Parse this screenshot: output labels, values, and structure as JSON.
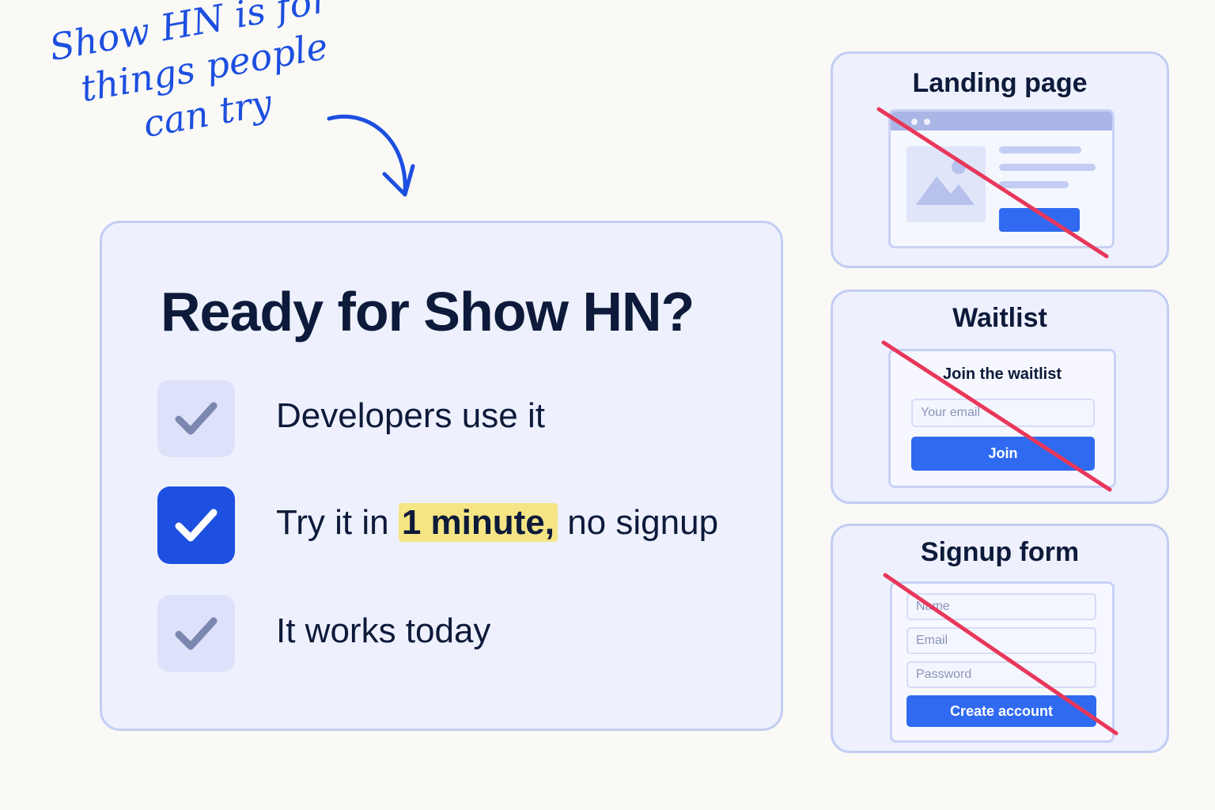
{
  "annotation": {
    "lines": [
      "Show HN is for",
      "things people",
      "can try"
    ],
    "color": "#1d4fe0"
  },
  "main_card": {
    "title": "Ready for Show HN?",
    "items": [
      {
        "text": "Developers use it",
        "checked": false
      },
      {
        "text_before": "Try it in ",
        "highlight": "1 minute,",
        "text_after": " no signup",
        "checked": true
      },
      {
        "text": "It works today",
        "checked": false
      }
    ]
  },
  "rejected_options": {
    "strike_color": "#e8375a",
    "landing_page": {
      "title": "Landing page",
      "icon": "image-placeholder-icon"
    },
    "waitlist": {
      "title": "Waitlist",
      "heading": "Join the waitlist",
      "email_placeholder": "Your email",
      "button_label": "Join"
    },
    "signup_form": {
      "title": "Signup form",
      "name_placeholder": "Name",
      "email_placeholder": "Email",
      "password_placeholder": "Password",
      "button_label": "Create account"
    }
  },
  "colors": {
    "accent": "#1d4fe0",
    "button": "#2f6af0",
    "highlight": "#f6e584",
    "text": "#0d1a3a"
  }
}
